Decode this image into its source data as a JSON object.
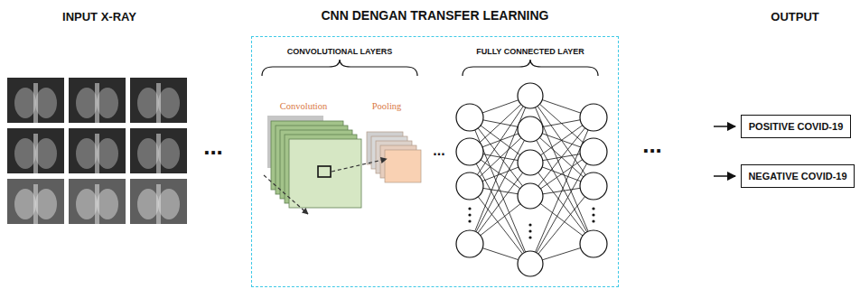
{
  "diagram": {
    "nodes": [
      {
        "text": [
          "CNN DENGAN TRANSFER LEARNING"
        ]
      },
      {
        "text": [
          "POSITIVE COVID-19"
        ]
      },
      {
        "text": [
          "NEGATIVE COVID-19"
        ]
      }
    ],
    "labels": [
      "INPUT X-RAY",
      "OUTPUT",
      "...",
      "CONVOLUTIONAL LAYERS",
      "Convolution",
      "Pooling",
      "...",
      "FULLY CONNECTED LAYER",
      "..."
    ]
  }
}
